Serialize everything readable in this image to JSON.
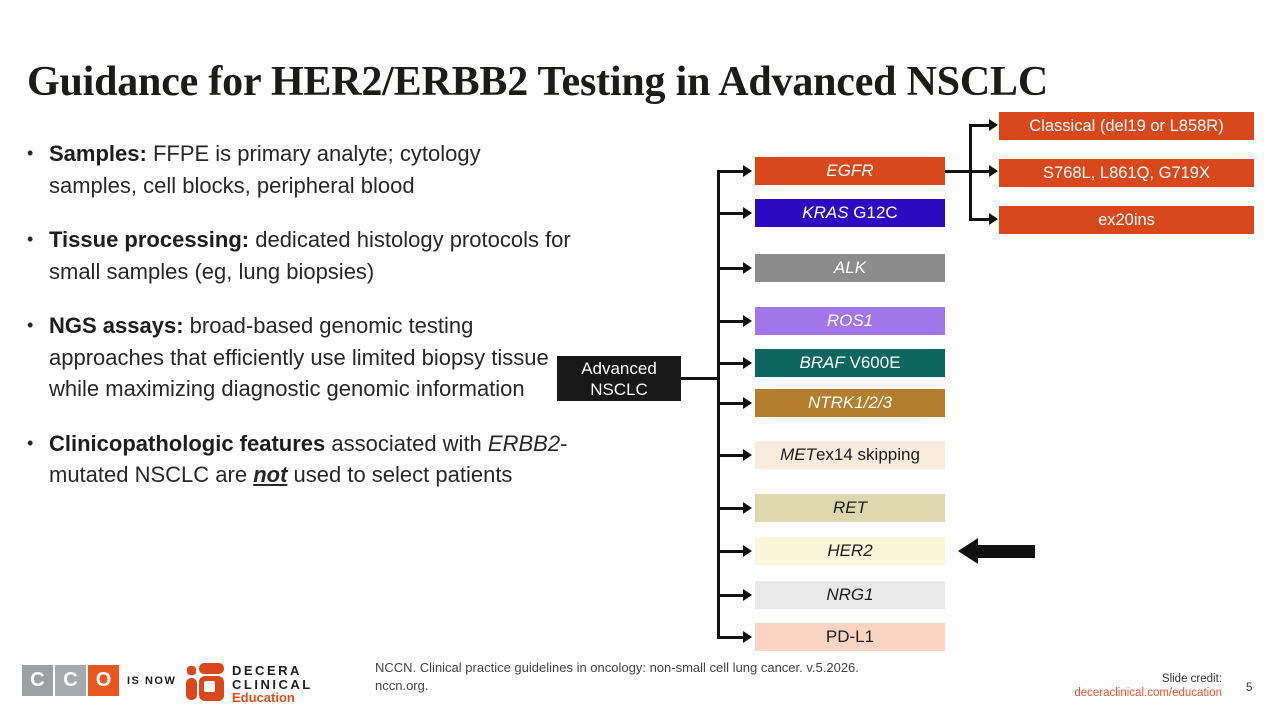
{
  "slide": {
    "title": "Guidance for HER2/ERBB2 Testing in Advanced NSCLC",
    "page_number": "5"
  },
  "bullets": [
    {
      "lead": "Samples:",
      "text": " FFPE is primary analyte; cytology samples, cell blocks, peripheral blood"
    },
    {
      "lead": "Tissue processing:",
      "text": " dedicated histology protocols for small samples (eg, lung biopsies)"
    },
    {
      "lead": "NGS assays:",
      "text": " broad-based genomic testing approaches that efficiently use limited biopsy tissue while maximizing diagnostic genomic information"
    },
    {
      "lead": "Clinicopathologic features",
      "seg1": " associated with ",
      "gene_italic": "ERBB2",
      "seg2": "-mutated NSCLC are ",
      "emphasis": "not",
      "seg3": " used to select patients"
    }
  ],
  "flowchart": {
    "root_label_line1": "Advanced",
    "root_label_line2": "NSCLC",
    "genes": [
      {
        "italic": "EGFR",
        "regular": "",
        "bg": "#d9481c",
        "fg": "#ffffff"
      },
      {
        "italic": "KRAS",
        "regular": " G12C",
        "bg": "#2b0ac2",
        "fg": "#ffffff"
      },
      {
        "italic": "ALK",
        "regular": "",
        "bg": "#8c8c8c",
        "fg": "#ffffff"
      },
      {
        "italic": "ROS1",
        "regular": "",
        "bg": "#a176ea",
        "fg": "#ffffff"
      },
      {
        "italic": "BRAF",
        "regular": " V600E",
        "bg": "#0e6662",
        "fg": "#ffffff"
      },
      {
        "italic": "NTRK1/2/3",
        "regular": "",
        "bg": "#b57d2e",
        "fg": "#ffffff"
      },
      {
        "italic": "MET",
        "regular": "ex14 skipping",
        "bg": "#f8ebdb",
        "fg": "#1c1c1c"
      },
      {
        "italic": "RET",
        "regular": "",
        "bg": "#ded7ad",
        "fg": "#1c1c1c"
      },
      {
        "italic": "HER2",
        "regular": "",
        "bg": "#faf4d9",
        "fg": "#1c1c1c"
      },
      {
        "italic": "NRG1",
        "regular": "",
        "bg": "#e9e9e9",
        "fg": "#1c1c1c"
      },
      {
        "italic": "",
        "regular": "PD-L1",
        "bg": "#fcd4c3",
        "fg": "#1c1c1c"
      }
    ],
    "egfr_subtypes": [
      {
        "label": "Classical (del19 or L858R)",
        "bg": "#d9481c"
      },
      {
        "label": "S768L, L861Q, G719X",
        "bg": "#d9481c"
      },
      {
        "label": "ex20ins",
        "bg": "#d9481c"
      }
    ]
  },
  "footer": {
    "cco_letters": [
      "C",
      "C",
      "O"
    ],
    "is_now": "IS NOW",
    "decera_line1": "DECERA",
    "decera_line2": "CLINICAL",
    "decera_line3": "Education",
    "citation_line1": "NCCN. Clinical practice guidelines in oncology: non-small cell lung cancer. v.5.2026.",
    "citation_line2": "nccn.org.",
    "slide_credit_label": "Slide credit:",
    "slide_credit_link": "deceraclinical.com/education"
  },
  "colors": {
    "accent_orange": "#d9481c",
    "kras_blue": "#2b0ac2",
    "alk_gray": "#8c8c8c",
    "ros1_purple": "#a176ea",
    "braf_teal": "#0e6662",
    "ntrk_brown": "#b57d2e",
    "met_cream": "#f8ebdb",
    "ret_tan": "#ded7ad",
    "her2_cream": "#faf4d9",
    "nrg1_gray": "#e9e9e9",
    "pdl1_salmon": "#fcd4c3",
    "root_black": "#181818",
    "link_orange": "#f0522a",
    "logo_gray": "#9da1a4",
    "logo_orange": "#e8571f"
  }
}
